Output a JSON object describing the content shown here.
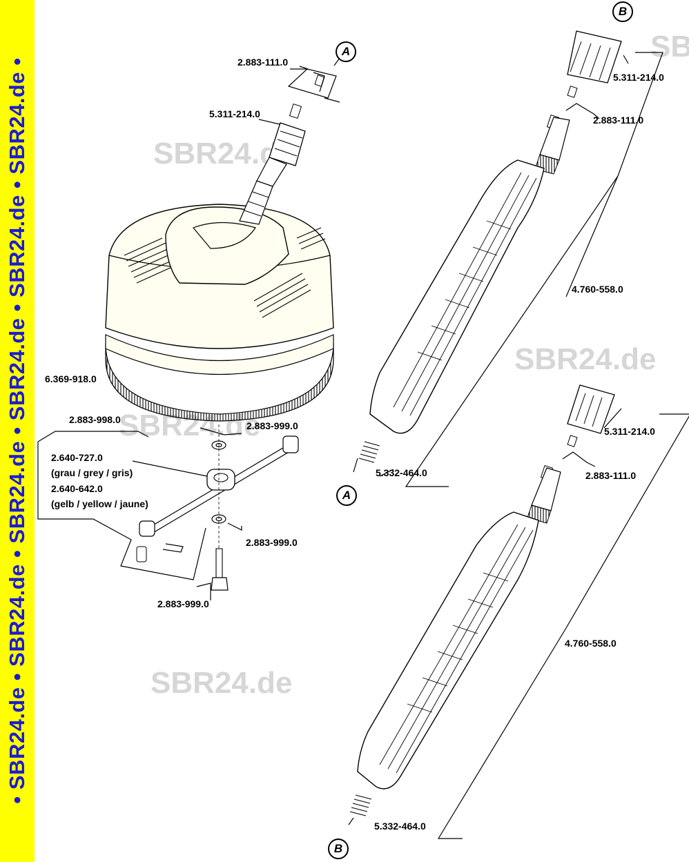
{
  "sidebar": {
    "text": "• SBR24.de • SBR24.de • SBR24.de • SBR24.de • SBR24.de • SBR24.de •",
    "background": "#ffff00",
    "text_color": "#1b1bd6"
  },
  "watermarks": [
    "SBR24.de",
    "SBR24.de",
    "SBR24.de",
    "SBR24.de",
    "SB"
  ],
  "colors": {
    "disc_fill": "#fffef0",
    "line": "#000000"
  },
  "callouts": {
    "A_top": "A",
    "A_bottom": "A",
    "B_top": "B",
    "B_bottom": "B"
  },
  "parts": {
    "coupling_a": "2.883-111.0",
    "nut_a": "5.311-214.0",
    "surface_cleaner": "6.369-918.0",
    "rotor_set": "2.883-998.0",
    "rotor_arm_1": "2.640-727.0",
    "rotor_arm_1_color": "(grau / grey / gris)",
    "rotor_arm_2": "2.640-642.0",
    "rotor_arm_2_color": "(gelb / yellow / jaune)",
    "washer_top": "2.883-999.0",
    "washer_bottom": "2.883-999.0",
    "bolt": "2.883-999.0",
    "nut_b_upper": "5.311-214.0",
    "coupling_b_upper": "2.883-111.0",
    "lance_upper": "4.760-558.0",
    "spring_upper": "5.332-464.0",
    "nut_b_lower": "5.311-214.0",
    "coupling_b_lower": "2.883-111.0",
    "lance_lower": "4.760-558.0",
    "spring_lower": "5.332-464.0"
  }
}
